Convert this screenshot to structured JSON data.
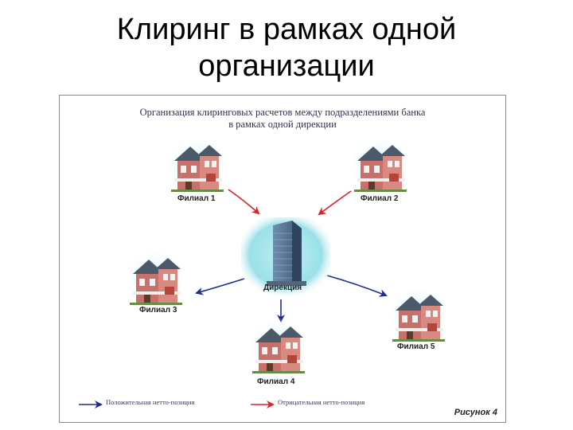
{
  "slide": {
    "title_line1": "Клиринг в рамках одной",
    "title_line2": "организации"
  },
  "figure": {
    "title_line1": "Организация клиринговых расчетов между подразделениями банка",
    "title_line2": "в рамках одной дирекции",
    "center_label": "Дирекция",
    "branches": [
      "Филиал 1",
      "Филиал 2",
      "Филиал 3",
      "Филиал 4",
      "Филиал 5"
    ],
    "legend": {
      "positive": "Положительная нетто-позиция",
      "negative": "Отрицательная нетто-позиция"
    },
    "figure_number": "Рисунок 4",
    "colors": {
      "positive_arrow": "#1f2b8f",
      "negative_arrow": "#e0202a",
      "glow": "#7fd6e0"
    }
  }
}
